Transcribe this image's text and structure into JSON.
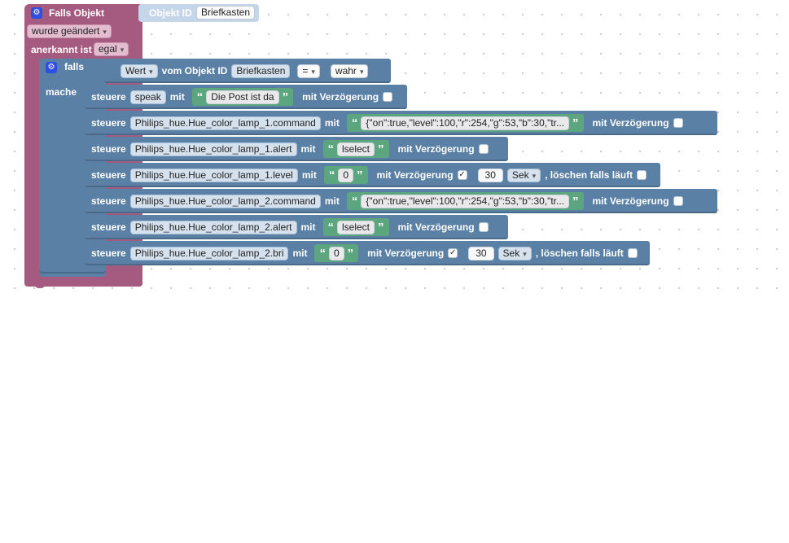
{
  "trigger": {
    "title": "Falls Objekt",
    "object_id_label": "Objekt ID",
    "object_id_value": "Briefkasten",
    "changed_option": "wurde geändert",
    "ack_label": "anerkannt ist",
    "ack_option": "egal"
  },
  "if_block": {
    "falls_label": "falls",
    "mache_label": "mache",
    "wert_option": "Wert",
    "vom_label": "vom Objekt ID",
    "vom_value": "Briefkasten",
    "op_option": "=",
    "value_option": "wahr"
  },
  "labels": {
    "steuere": "steuere",
    "mit": "mit",
    "mit_verzoegerung": "mit Verzögerung",
    "loeschen": ", löschen falls läuft"
  },
  "actions": [
    {
      "object": "speak",
      "value": "Die Post ist da",
      "delay_checked": false
    },
    {
      "object": "Philips_hue.Hue_color_lamp_1.command",
      "value": "{\"on\":true,\"level\":100,\"r\":254,\"g\":53,\"b\":30,\"tr...",
      "delay_checked": false
    },
    {
      "object": "Philips_hue.Hue_color_lamp_1.alert",
      "value": "lselect",
      "delay_checked": false
    },
    {
      "object": "Philips_hue.Hue_color_lamp_1.level",
      "value": "0",
      "delay_checked": true,
      "delay": "30",
      "unit": "Sek"
    },
    {
      "object": "Philips_hue.Hue_color_lamp_2.command",
      "value": "{\"on\":true,\"level\":100,\"r\":254,\"g\":53,\"b\":30,\"tr...",
      "delay_checked": false
    },
    {
      "object": "Philips_hue.Hue_color_lamp_2.alert",
      "value": "lselect",
      "delay_checked": false
    },
    {
      "object": "Philips_hue.Hue_color_lamp_2.bri",
      "value": "0",
      "delay_checked": true,
      "delay": "30",
      "unit": "Sek"
    }
  ],
  "icons": {
    "gear": "gear-icon",
    "checkmark": "✓",
    "open_quote": "“",
    "close_quote": "”"
  },
  "colors": {
    "event_block": "#a55b80",
    "logic_block": "#5b80a5",
    "text_block": "#5ba57f",
    "icon": "#2e4fe0"
  }
}
